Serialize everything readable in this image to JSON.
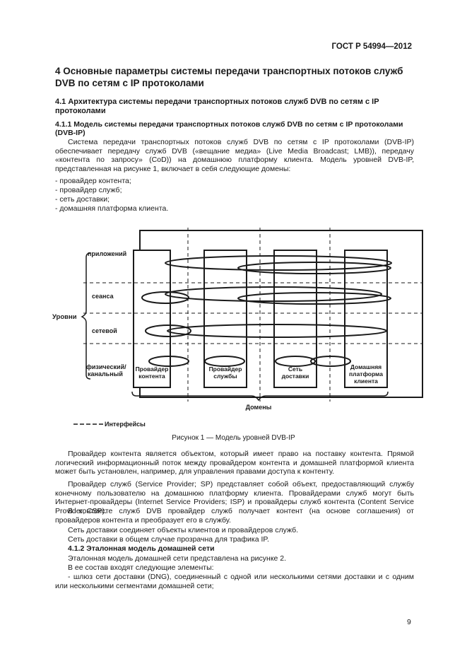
{
  "header": {
    "standard": "ГОСТ Р 54994—2012"
  },
  "section4": {
    "title": "4 Основные параметры системы передачи транспортных потоков служб DVB по сетям с IP протоколами"
  },
  "section41": {
    "title": "4.1 Архитектура системы передачи транспортных потоков служб DVB по сетям с IP протоколами"
  },
  "section411": {
    "title": "4.1.1 Модель системы передачи транспортных потоков служб DVB по сетям с IP протоколами (DVB-IP)",
    "para": "Система передачи транспортных потоков служб DVB по сетям с IP протоколами (DVB-IP) обеспечивает передачу служб DVB («вещание медиа» (Live Media Broadcast; LMB)), передачу «контента по запросу» (CoD)) на домашнюю платформу клиента. Модель уровней DVB-IP, представленная на рисунке 1, включает в себя следующие домены:",
    "domains": [
      "- провайдер контента;",
      "- провайдер служб;",
      "- сеть доставки;",
      "- домашняя платформа клиента."
    ]
  },
  "figure1": {
    "levels_label": "Уровни",
    "level_names": [
      "приложений",
      "сеанса",
      "сетевой",
      "физический/",
      "канальный"
    ],
    "domain_names": [
      [
        "Провайдер",
        "контента"
      ],
      [
        "Провайдер",
        "службы"
      ],
      [
        "Сеть",
        "доставки"
      ],
      [
        "Домашняя",
        "платформа",
        "клиента"
      ]
    ],
    "domains_label": "Домены",
    "legend": "Интерфейсы",
    "caption": "Рисунок 1 — Модель уровней DVB-IP"
  },
  "body": {
    "p1": "Провайдер контента является объектом, который имеет право на поставку контента. Прямой логический информационный поток между провайдером контента и домашней платформой клиента может быть установлен, например, для управления правами доступа к контенту.",
    "p2": "Провайдер служб (Service Provider; SP) представляет собой объект, предоставляющий службу конечному пользователю на домашнюю платформу клиента. Провайдерами служб могут быть Интернет-провайдеры (Internet Service Providers; ISP) и провайдеры служб контента (Content Service Provider; CSP).",
    "p3": "В контексте служб DVB провайдер служб получает контент (на основе соглашения) от провайдеров контента и преобразует его в службу.",
    "p4": "Сеть доставки соединяет объекты клиентов и провайдеров служб.",
    "p5": "Сеть доставки в общем случае прозрачна для трафика IP."
  },
  "section412": {
    "title": "4.1.2 Эталонная модель домашней сети",
    "p1": "Эталонная модель домашней сети представлена на рисунке 2.",
    "p2": "В ее состав входят следующие элементы:",
    "p3": "- шлюз сети доставки (DNG), соединенный с одной или несколькими сетями доставки и с одним или несколькими сегментами домашней сети;"
  },
  "footer": {
    "page_number": "9"
  }
}
